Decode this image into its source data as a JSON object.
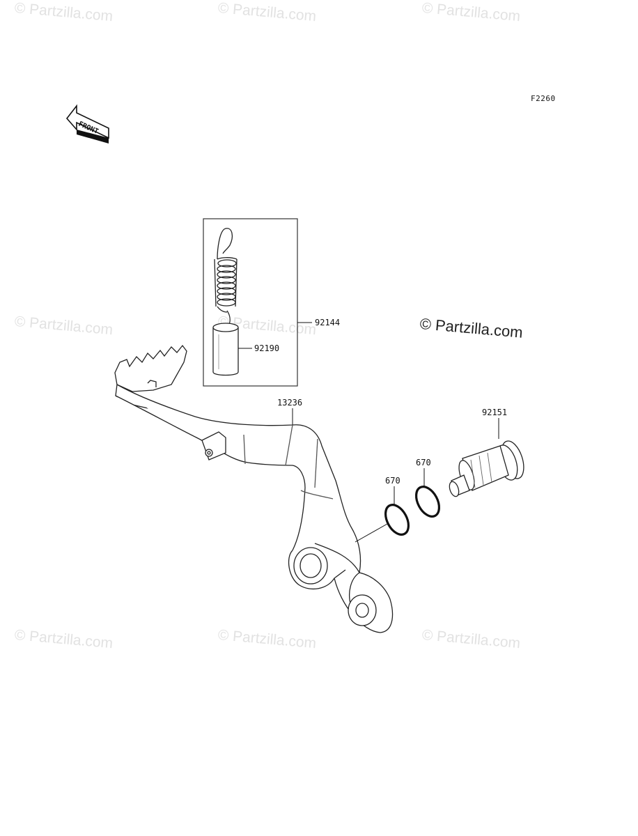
{
  "diagram": {
    "figure_code": "F2260",
    "front_label": "FRONT",
    "parts": [
      {
        "id": "spring",
        "number": "92144"
      },
      {
        "id": "collar",
        "number": "92190"
      },
      {
        "id": "brake-pedal",
        "number": "13236"
      },
      {
        "id": "pivot-shaft",
        "number": "92151"
      },
      {
        "id": "o-ring-outer",
        "number": "670"
      },
      {
        "id": "o-ring-inner",
        "number": "670"
      }
    ]
  },
  "watermark": {
    "text": "© Partzilla.com",
    "center_text": "© Partzilla.com"
  }
}
